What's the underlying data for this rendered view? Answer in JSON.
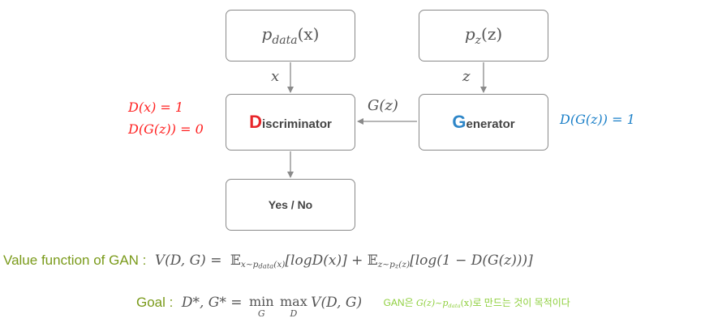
{
  "nodes": {
    "p_data": {
      "p": "p",
      "sub": "data",
      "arg": "(x)"
    },
    "p_z": {
      "p": "p",
      "sub": "z",
      "arg": "(z)"
    },
    "discriminator": {
      "initial": "D",
      "rest": "iscriminator"
    },
    "generator": {
      "initial": "G",
      "rest": "enerator"
    },
    "output": "Yes / No"
  },
  "edge_labels": {
    "x": "x",
    "z": "z",
    "gz": "G(z)"
  },
  "annotations": {
    "d_real": "D(x) = 1",
    "d_fake": "D(G(z)) = 0",
    "g_goal": "D(G(z)) = 1"
  },
  "value_function": {
    "label": "Value function of GAN :",
    "lhs": "V(D, G) =",
    "term1": "𝔼",
    "term1_sub": "x~p",
    "term1_subsub": "data",
    "term1_subarg": "(x)",
    "term1_body": "[logD(x)] + ",
    "term2": "𝔼",
    "term2_sub": "z~p",
    "term2_subsub": "z",
    "term2_subarg": "(z)",
    "term2_body": "[log(1 − D(G(z)))]"
  },
  "goal": {
    "label": "Goal :",
    "lhs": "D*, G* =",
    "min": "min",
    "min_sub": "G",
    "max": "max",
    "max_sub": "D",
    "rhs": "V(D, G)",
    "note_prefix": "GAN은",
    "note_math": "G(z)~p",
    "note_math_sub": "data",
    "note_math_arg": "(x)",
    "note_suffix": "로 만드는 것이 목적이다"
  },
  "colors": {
    "discriminator": "#e8262a",
    "generator": "#2e86c8",
    "annotation_red": "#ff2020",
    "annotation_blue": "#1a7fc8",
    "formula_label": "#7a9a1a",
    "note": "#8ecf3c"
  }
}
